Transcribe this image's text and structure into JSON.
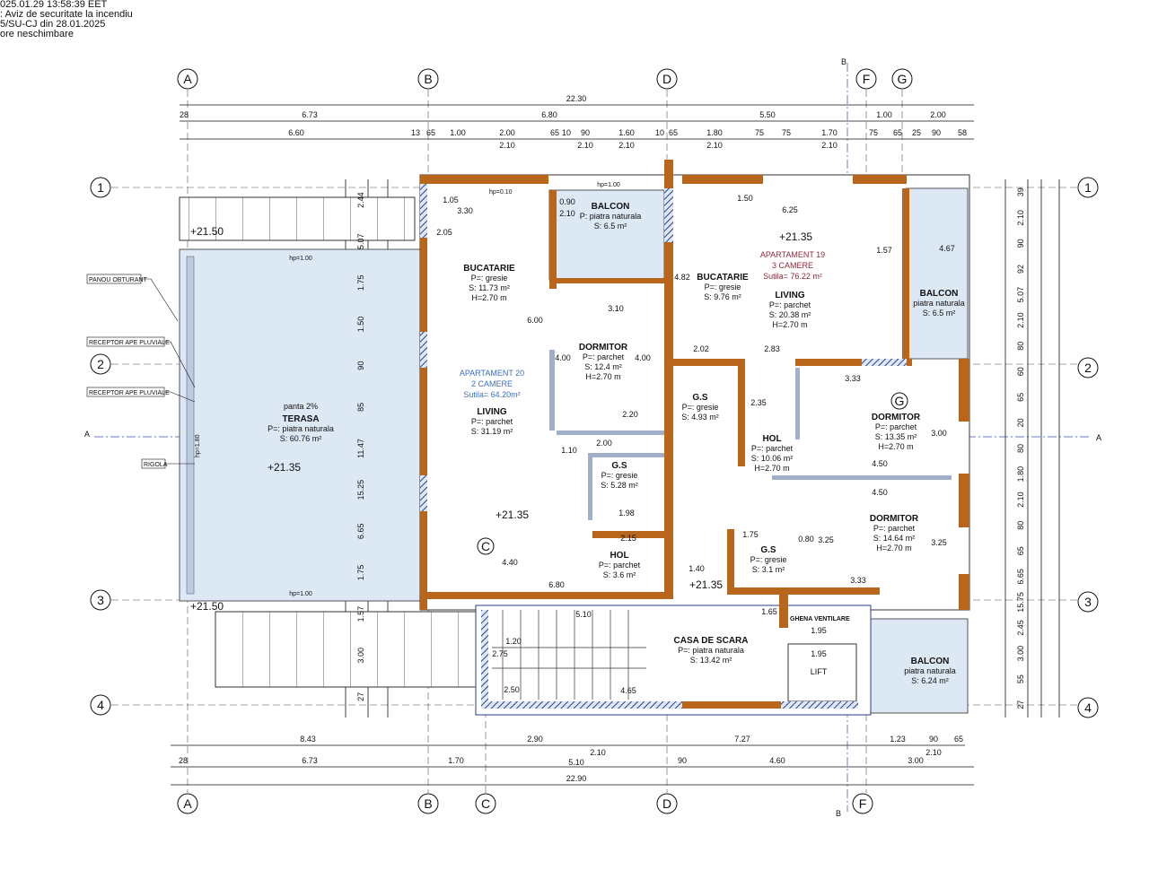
{
  "stamp": [
    "025.01.29 13:58:39 EET",
    ": Aviz de securitate la incendiu",
    "5/SU-CJ din 28.01.2025",
    "ore neschimbare"
  ],
  "grid": {
    "top_cols": [
      "A",
      "B",
      "D",
      "F",
      "G"
    ],
    "bottom_cols": [
      "A",
      "B",
      "C",
      "D",
      "F"
    ],
    "rows": [
      "1",
      "2",
      "3",
      "4"
    ],
    "section_a": "A",
    "section_b": "B"
  },
  "dims_top": {
    "total": "22.30",
    "row2": [
      "28",
      "6.73",
      "6.80",
      "5.50",
      "1.00",
      "2.00"
    ],
    "row3": [
      "6.60",
      "13",
      "65",
      "1.00",
      "2.00",
      "65",
      "10",
      "90",
      "1.60",
      "10",
      "65",
      "1.80",
      "75",
      "75",
      "1.70",
      "75",
      "65",
      "25",
      "90",
      "58"
    ],
    "row3_sub": [
      "2.10",
      "2.10",
      "2.10",
      "2.10",
      "2.10"
    ]
  },
  "dims_bottom": {
    "row1": [
      "8.43",
      "2.90",
      "7.27",
      "1.23",
      "90",
      "65"
    ],
    "row1_sub": "2.10",
    "row2": [
      "28",
      "6.73",
      "1.70",
      "5.10",
      "90",
      "4.60",
      "3.00"
    ],
    "total": "22.90"
  },
  "dims_right": [
    "39",
    "2.10",
    "90",
    "92",
    "5.07",
    "2.10",
    "80",
    "60",
    "65",
    "20",
    "80",
    "1.80",
    "2.10",
    "80",
    "65",
    "6.65",
    "15.75",
    "2.45",
    "3.00",
    "55",
    "27"
  ],
  "dims_left": [
    "2.44",
    "5.07",
    "1.75",
    "1.50",
    "90",
    "85",
    "11.47",
    "15.25",
    "6.65",
    "1.75",
    "1.57",
    "3.00",
    "27"
  ],
  "labels": {
    "pandu": "PANOU OBTURANT",
    "receptor1": "RECEPTOR APE PLUVIALE",
    "receptor2": "RECEPTOR APE PLUVIALE",
    "rigola": "RIGOLA",
    "hp100": "hp=1.00",
    "hp180": "hp=1.80",
    "hp010": "hp=0.10",
    "ghena": "GHENA VENTILARE",
    "lift": "LIFT",
    "c_marker": "C",
    "g_marker": "G"
  },
  "levels": [
    "+21.50",
    "+21.50",
    "+21.35",
    "+21.35",
    "+21.35",
    "+21.35"
  ],
  "apartment20": {
    "name": "APARTAMENT 20",
    "rooms": "2 CAMERE",
    "area": "Sutila= 64.20m²"
  },
  "apartment19": {
    "name": "APARTAMENT 19",
    "rooms": "3 CAMERE",
    "area": "Sutila= 76.22 m²"
  },
  "rooms": {
    "terasa": {
      "name": "TERASA",
      "floor": "P=: piatra naturala",
      "area": "S: 60.76 m²",
      "slope": "panta 2%"
    },
    "bucatarie20": {
      "name": "BUCATARIE",
      "floor": "P=: gresie",
      "area": "S: 11.73 m²",
      "height": "H=2.70 m"
    },
    "balcon20": {
      "name": "BALCON",
      "floor": "P: piatra naturala",
      "area": "S: 6.5 m²"
    },
    "dormitor20": {
      "name": "DORMITOR",
      "floor": "P=: parchet",
      "area": "S: 12.4 m²",
      "height": "H=2.70 m"
    },
    "living20": {
      "name": "LIVING",
      "floor": "P=: parchet",
      "area": "S: 31.19 m²"
    },
    "gs20": {
      "name": "G.S",
      "floor": "P=: gresie",
      "area": "S: 5.28 m²"
    },
    "hol20": {
      "name": "HOL",
      "floor": "P=: parchet",
      "area": "S: 3.6 m²"
    },
    "bucatarie19": {
      "name": "BUCATARIE",
      "floor": "P=: gresie",
      "area": "S: 9.76 m²"
    },
    "living19": {
      "name": "LIVING",
      "floor": "P=: parchet",
      "area": "S: 20.38 m²",
      "height": "H=2.70 m"
    },
    "balcon19": {
      "name": "BALCON",
      "floor": "piatra naturala",
      "area": "S: 6.5 m²"
    },
    "gs19a": {
      "name": "G.S",
      "floor": "P=: gresie",
      "area": "S: 4.93 m²"
    },
    "hol19": {
      "name": "HOL",
      "floor": "P=: parchet",
      "area": "S: 10.06 m²",
      "height": "H=2.70 m"
    },
    "dormitor19a": {
      "name": "DORMITOR",
      "floor": "P=: parchet",
      "area": "S: 13.35 m²",
      "height": "H=2.70 m"
    },
    "dormitor19b": {
      "name": "DORMITOR",
      "floor": "P=: parchet",
      "area": "S: 14.64 m²",
      "height": "H=2.70 m"
    },
    "gs19b": {
      "name": "G.S",
      "floor": "P=: gresie",
      "area": "S: 3.1 m²"
    },
    "casa_scara": {
      "name": "CASA DE SCARA",
      "floor": "P=: piatra naturala",
      "area": "S: 13.42 m²"
    },
    "balcon_s": {
      "name": "BALCON",
      "floor": "piatra naturala",
      "area": "S: 6.24 m²"
    }
  },
  "inner_dims": [
    "3.30",
    "1.05",
    "2.05",
    "0.90",
    "2.10",
    "3.10",
    "2.20",
    "4.40",
    "6.80",
    "1.10",
    "2.00",
    "1.98",
    "2.15",
    "1.40",
    "6.25",
    "1.50",
    "2.02",
    "2.83",
    "3.33",
    "4.50",
    "4.50",
    "3.33",
    "1.65",
    "1.95",
    "1.95",
    "5.10",
    "2.50",
    "4.65",
    "1.20",
    "2.75",
    "1.75",
    "0.80",
    "4.67",
    "1.57",
    "4.82",
    "6.00",
    "4.00",
    "4.00",
    "2.35",
    "3.00",
    "3.25",
    "3.25"
  ]
}
